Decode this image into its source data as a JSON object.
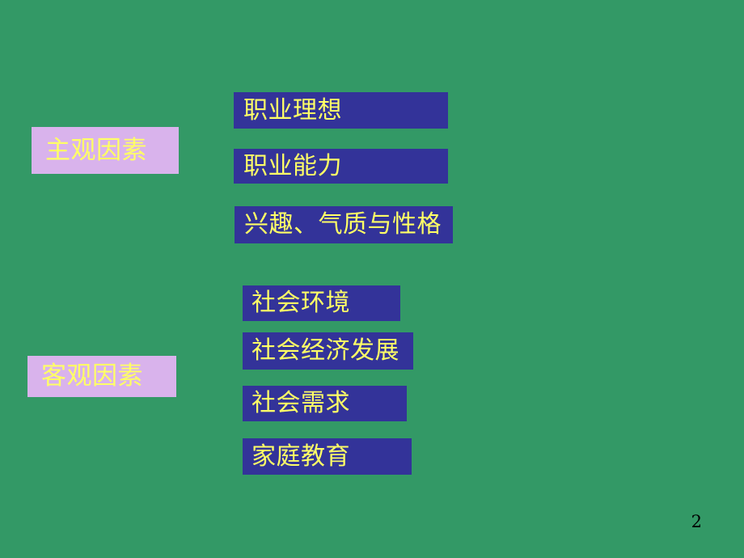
{
  "slide": {
    "page_number": "2",
    "background_color": "#339966"
  },
  "categories": [
    {
      "id": "subjective",
      "label": "主观因素",
      "box_color": "#d9b3ec",
      "text_color": "#ffff66"
    },
    {
      "id": "objective",
      "label": "客观因素",
      "box_color": "#d9b3ec",
      "text_color": "#ffff66"
    }
  ],
  "subjective_items": [
    {
      "id": "ideal",
      "label": "职业理想",
      "box_color": "#333399",
      "text_color": "#ffff66"
    },
    {
      "id": "ability",
      "label": "职业能力",
      "box_color": "#333399",
      "text_color": "#ffff66"
    },
    {
      "id": "interest",
      "label": "兴趣、气质与性格",
      "box_color": "#333399",
      "text_color": "#ffff66"
    }
  ],
  "objective_items": [
    {
      "id": "social-env",
      "label": "社会环境",
      "box_color": "#333399",
      "text_color": "#ffff66"
    },
    {
      "id": "economy",
      "label": "社会经济发展",
      "box_color": "#333399",
      "text_color": "#ffff66"
    },
    {
      "id": "demand",
      "label": "社会需求",
      "box_color": "#333399",
      "text_color": "#ffff66"
    },
    {
      "id": "family",
      "label": "家庭教育",
      "box_color": "#333399",
      "text_color": "#ffff66"
    }
  ]
}
